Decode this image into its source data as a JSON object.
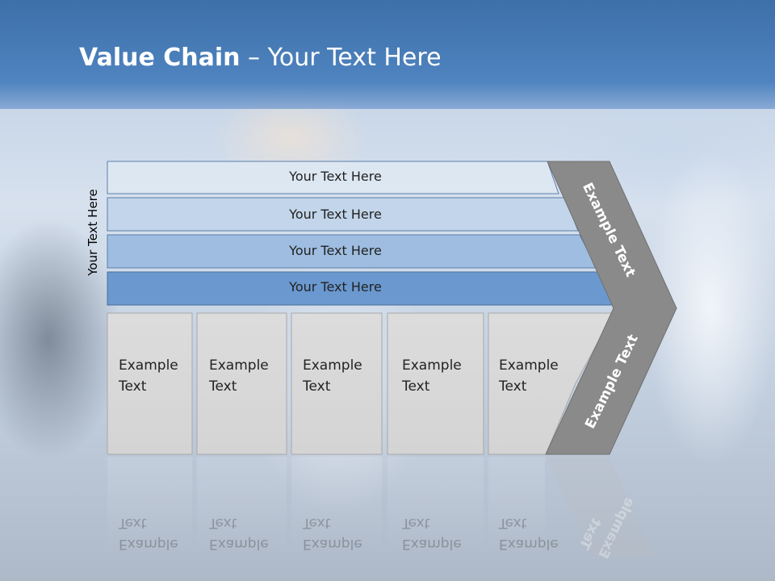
{
  "title": {
    "bold": "Value Chain",
    "rest": " – Your Text Here"
  },
  "side_label": "Your Text Here",
  "bars": [
    {
      "label": "Your Text Here",
      "color": "#dde7f2"
    },
    {
      "label": "Your Text Here",
      "color": "#c2d5ea"
    },
    {
      "label": "Your Text Here",
      "color": "#9ebde0"
    },
    {
      "label": "Your Text Here",
      "color": "#6a98cf"
    }
  ],
  "boxes": [
    {
      "line1": "Example",
      "line2": "Text"
    },
    {
      "line1": "Example",
      "line2": "Text"
    },
    {
      "line1": "Example",
      "line2": "Text"
    },
    {
      "line1": "Example",
      "line2": "Text"
    },
    {
      "line1": "Example",
      "line2": "Text"
    }
  ],
  "chevron": {
    "upper": "Example Text",
    "lower": "Example Text",
    "color": "#8a8a8a"
  },
  "colors": {
    "header": "#4a7fbc",
    "box_fill": "#d9d9d9"
  }
}
